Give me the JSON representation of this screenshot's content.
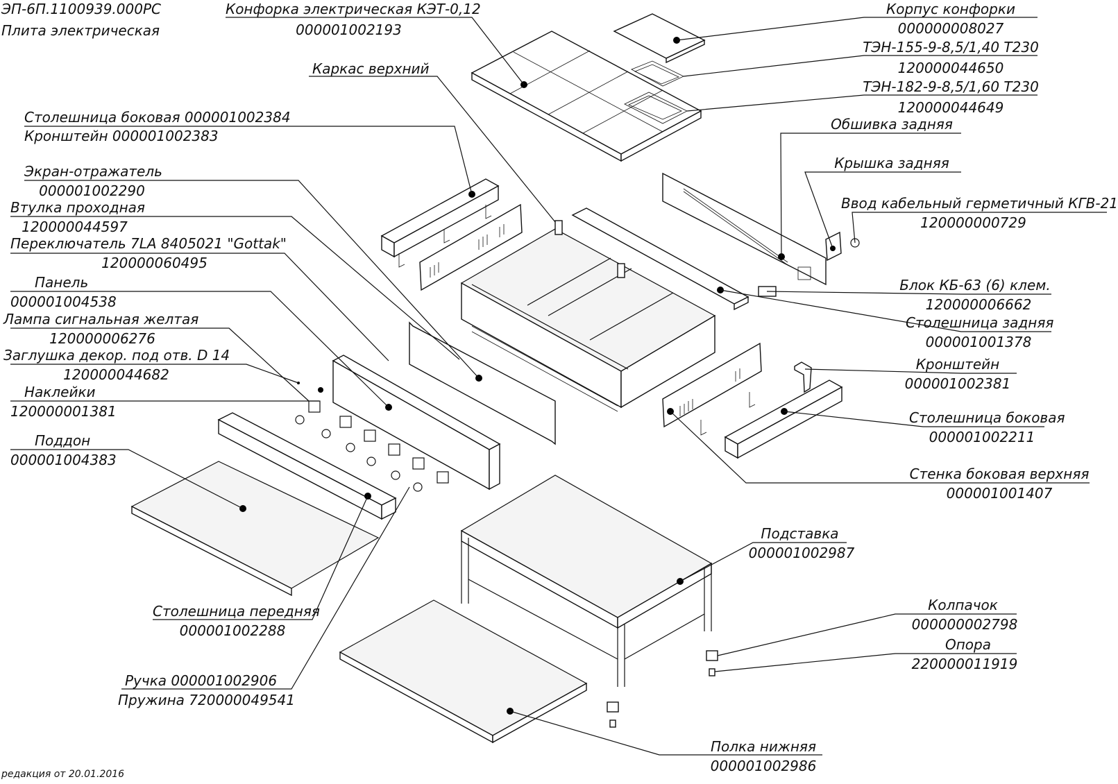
{
  "header": {
    "doc_code": "ЭП-6П.1100939.000РС",
    "doc_title": "Плита электрическая"
  },
  "footer": {
    "revision": "редакция от 20.01.2016"
  },
  "callouts": {
    "konforka": {
      "name": "Конфорка электрическая КЭТ-0,12",
      "code": "000001002193"
    },
    "korpus": {
      "name": "Корпус конфорки",
      "code": "000000008027"
    },
    "ten155": {
      "name": "ТЭН-155-9-8,5/1,40 Т230",
      "code": "120000044650"
    },
    "ten182": {
      "name": "ТЭН-182-9-8,5/1,60 Т230",
      "code": "120000044649"
    },
    "karkas": {
      "name": "Каркас верхний"
    },
    "stol_bok1": {
      "name": "Столешница боковая   000001002384",
      "name2": "Кронштейн  000001002383"
    },
    "ekran": {
      "name": "Экран-отражатель",
      "code": "000001002290"
    },
    "vtulka": {
      "name": "Втулка проходная",
      "code": "120000044597"
    },
    "perekl": {
      "name": "Переключатель 7LA 8405021 \"Gottak\"",
      "code": "120000060495"
    },
    "panel": {
      "name": "Панель",
      "code": "000001004538"
    },
    "lampa": {
      "name": "Лампа сигнальная желтая",
      "code": "120000006276"
    },
    "zaglushka": {
      "name": "Заглушка декор. под отв. D 14",
      "code": "120000044682"
    },
    "nakleyki": {
      "name": "Наклейки",
      "code": "120000001381"
    },
    "poddon": {
      "name": "Поддон",
      "code": "000001004383"
    },
    "obshivka": {
      "name": "Обшивка задняя"
    },
    "kryshka": {
      "name": "Крышка задняя"
    },
    "vvod": {
      "name": "Ввод кабельный герметичный КГВ-21",
      "code": "120000000729"
    },
    "blok": {
      "name": "Блок КБ-63 (6) клем.",
      "code": "120000006662"
    },
    "stol_zad": {
      "name": "Столешница задняя",
      "code": "000001001378"
    },
    "kronsh": {
      "name": "Кронштейн",
      "code": "000001002381"
    },
    "stol_bok2": {
      "name": "Столешница боковая",
      "code": "000001002211"
    },
    "stenka": {
      "name": "Стенка боковая верхняя",
      "code": "000001001407"
    },
    "podstavka": {
      "name": "Подставка",
      "code": "000001002987"
    },
    "kolpachok": {
      "name": "Колпачок",
      "code": "000000002798"
    },
    "opora": {
      "name": "Опора",
      "code": "220000011919"
    },
    "stol_per": {
      "name": "Столешница передняя",
      "code": "000001002288"
    },
    "ruchka": {
      "name": "Ручка 000001002906",
      "name2": "Пружина 720000049541"
    },
    "polka": {
      "name": "Полка нижняя",
      "code": "000001002986"
    }
  }
}
